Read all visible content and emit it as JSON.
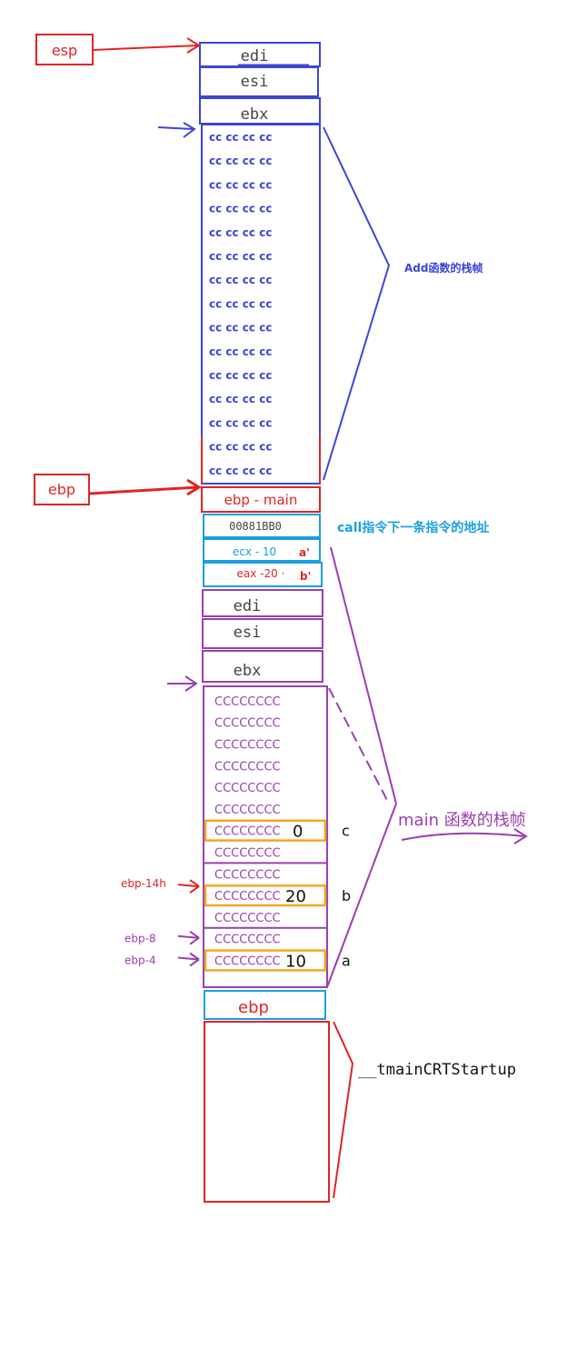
{
  "colors": {
    "blue": "#3B46D6",
    "red": "#E02424",
    "purple": "#9A3FB0",
    "cyan": "#1A9FE0",
    "orange": "#F5A623",
    "dark": "#444444",
    "black": "#111111"
  },
  "add_frame": {
    "registers": [
      "edi",
      "esi",
      "ebx"
    ],
    "fill_row": "cc cc cc cc",
    "fill_count": 15,
    "label": "Add函数的栈帧"
  },
  "pointers": {
    "esp": "esp",
    "ebp": "ebp",
    "ebp_main": "ebp - main"
  },
  "call_area": {
    "return_address": "00881BB0",
    "return_label": "call指令下一条指令的地址",
    "ecx": "ecx - 10",
    "ecx_tag": "a'",
    "eax": "eax -20 ·",
    "eax_tag": "b'"
  },
  "main_frame": {
    "registers": [
      "edi",
      "esi",
      "ebx"
    ],
    "label": "main 函数的栈帧",
    "rows": [
      {
        "text": "CCCCCCCC",
        "value": "",
        "var": "",
        "offset": "",
        "highlight": false
      },
      {
        "text": "CCCCCCCC",
        "value": "",
        "var": "",
        "offset": "",
        "highlight": false
      },
      {
        "text": "CCCCCCCC",
        "value": "",
        "var": "",
        "offset": "",
        "highlight": false
      },
      {
        "text": "CCCCCCCC",
        "value": "",
        "var": "",
        "offset": "",
        "highlight": false
      },
      {
        "text": "CCCCCCCC",
        "value": "",
        "var": "",
        "offset": "",
        "highlight": false
      },
      {
        "text": "CCCCCCCC",
        "value": "",
        "var": "",
        "offset": "",
        "highlight": false
      },
      {
        "text": "CCCCCCCC",
        "value": "0",
        "var": "c",
        "offset": "",
        "highlight": true
      },
      {
        "text": "CCCCCCCC",
        "value": "",
        "var": "",
        "offset": "",
        "highlight": false
      },
      {
        "text": "CCCCCCCC",
        "value": "",
        "var": "",
        "offset": "",
        "highlight": false
      },
      {
        "text": "CCCCCCCC",
        "value": "20",
        "var": "b",
        "offset": "ebp-14h",
        "highlight": true
      },
      {
        "text": "CCCCCCCC",
        "value": "",
        "var": "",
        "offset": "",
        "highlight": false
      },
      {
        "text": "CCCCCCCC",
        "value": "",
        "var": "",
        "offset": "ebp-8",
        "highlight": false
      },
      {
        "text": "CCCCCCCC",
        "value": "10",
        "var": "a",
        "offset": "ebp-4",
        "highlight": true
      }
    ]
  },
  "bottom": {
    "ebp": "ebp",
    "startup_label": "__tmainCRTStartup"
  }
}
